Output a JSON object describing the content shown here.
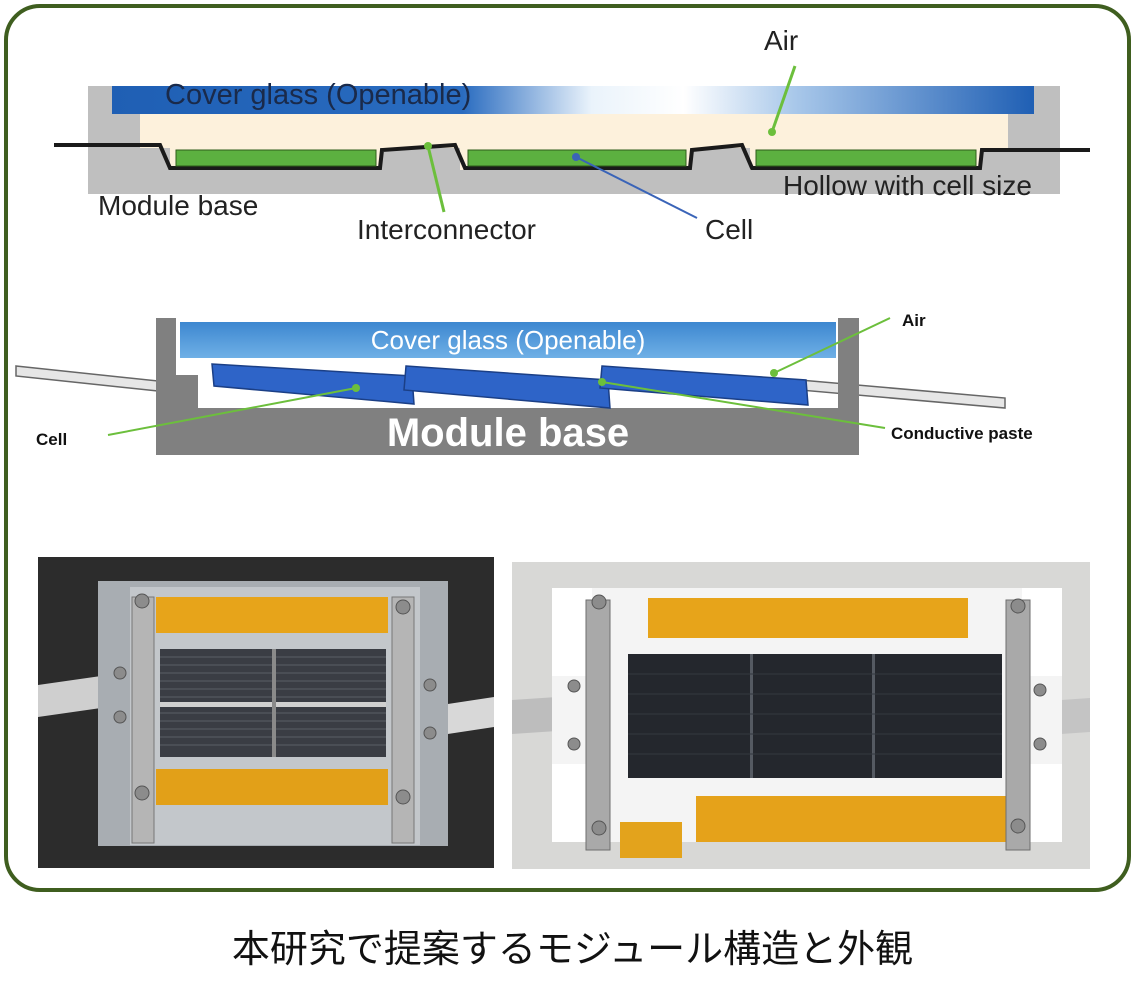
{
  "diagram_top": {
    "labels": {
      "air": "Air",
      "cover_glass": "Cover glass (Openable)",
      "module_base": "Module base",
      "interconnector": "Interconnector",
      "cell": "Cell",
      "hollow": "Hollow with cell size"
    }
  },
  "diagram_bottom": {
    "labels": {
      "air": "Air",
      "cover_glass": "Cover glass (Openable)",
      "module_base": "Module base",
      "cell": "Cell",
      "conductive_paste": "Conductive paste"
    }
  },
  "colors": {
    "frame_border": "#3f5e1f",
    "cover_glass_top": "#1f5fb4",
    "cover_glass_bottom": "#5aa0dc",
    "cell_green": "#5cb040",
    "cell_blue": "#2e64c8",
    "module_base_gray": "#bfbfbf",
    "module_base_dark": "#808080",
    "leader_green": "#6cbf3c",
    "leader_blue": "#3a64b8",
    "tape": "#e7a41a"
  },
  "photos": [
    {
      "name": "module-photo-left",
      "icon": "solar-module-photo"
    },
    {
      "name": "module-photo-right",
      "icon": "solar-module-photo"
    }
  ],
  "caption": "本研究で提案するモジュール構造と外観"
}
